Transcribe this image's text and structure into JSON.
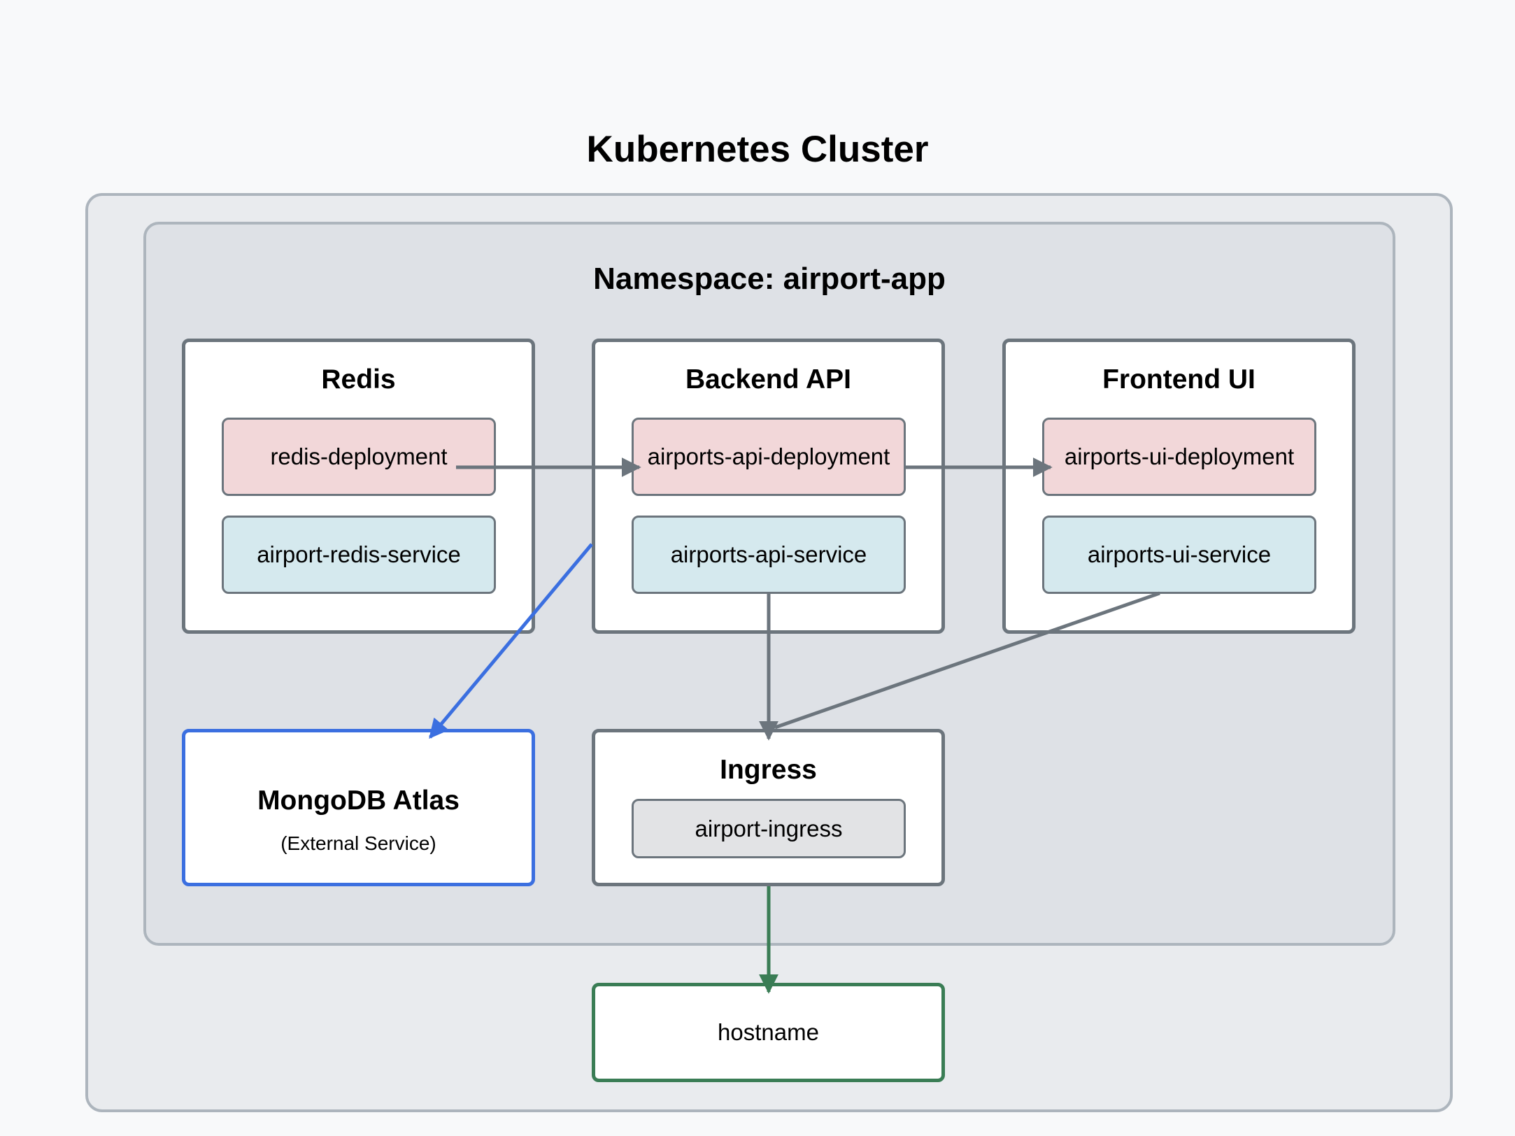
{
  "diagram": {
    "title": "Kubernetes Cluster",
    "namespace": {
      "label": "Namespace: airport-app"
    },
    "groups": {
      "redis": {
        "title": "Redis",
        "deployment": "redis-deployment",
        "service": "airport-redis-service"
      },
      "backend": {
        "title": "Backend API",
        "deployment": "airports-api-deployment",
        "service": "airports-api-service"
      },
      "frontend": {
        "title": "Frontend UI",
        "deployment": "airports-ui-deployment",
        "service": "airports-ui-service"
      },
      "ingress": {
        "title": "Ingress",
        "item": "airport-ingress"
      }
    },
    "mongodb": {
      "title": "MongoDB Atlas",
      "subtitle": "(External Service)"
    },
    "hostname": "hostname",
    "edges": [
      {
        "from": "redis-deployment",
        "to": "airports-api-deployment",
        "color": "#6c757d"
      },
      {
        "from": "airports-api-deployment",
        "to": "airports-ui-deployment",
        "color": "#6c757d"
      },
      {
        "from": "backend-api",
        "to": "mongodb-atlas",
        "color": "#3b6fe0"
      },
      {
        "from": "airports-api-service",
        "to": "ingress",
        "color": "#6c757d"
      },
      {
        "from": "airports-ui-service",
        "to": "ingress",
        "color": "#6c757d"
      },
      {
        "from": "ingress",
        "to": "hostname",
        "color": "#3a7d55"
      }
    ]
  },
  "colors": {
    "cluster_bg": "#e9ebee",
    "namespace_bg": "#dee1e6",
    "deployment_fill": "#f2d7d9",
    "service_fill": "#d5e9ee",
    "ingress_fill": "#e2e3e5",
    "border_gray": "#6c757d",
    "external_blue": "#3b6fe0",
    "host_green": "#3a7d55"
  }
}
